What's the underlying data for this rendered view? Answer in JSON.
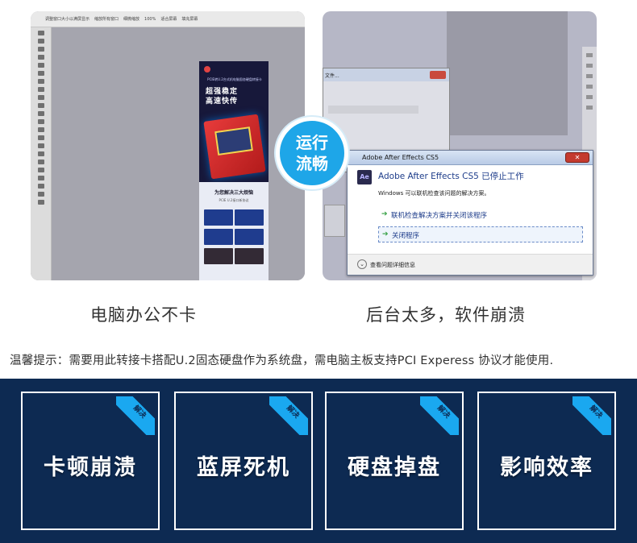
{
  "left_screenshot": {
    "toolbar_items": [
      "调整窗口大小以满屏显示",
      "缩放所有窗口",
      "细微缩放",
      "100%",
      "适合屏幕",
      "填充屏幕"
    ],
    "banner": {
      "subtitle": "PCIE转U.2台式机电脑固态硬盘转接卡",
      "headline_line1": "超强稳定",
      "headline_line2": "高速快传",
      "section_title": "为您解决三大烦恼",
      "section_sub": "PCIE U.2接口新协议"
    }
  },
  "right_screenshot": {
    "bg_window_title": "文件...",
    "dialog": {
      "title": "Adobe After Effects CS5",
      "icon_text": "Ae",
      "close_label": "✕",
      "heading": "Adobe After Effects CS5 已停止工作",
      "message": "Windows 可以联机检查该问题的解决方案。",
      "option1": "联机检查解决方案并关闭该程序",
      "option2": "关闭程序",
      "details": "查看问题详细信息"
    }
  },
  "badge": {
    "line1": "运行",
    "line2": "流畅"
  },
  "captions": {
    "left": "电脑办公不卡",
    "right": "后台太多，软件崩溃"
  },
  "tip": "温馨提示：需要用此转接卡搭配U.2固态硬盘作为系统盘，需电脑主板支持PCI Experess 协议才能使用.",
  "problems": [
    {
      "tag": "解决",
      "label": "卡顿崩溃"
    },
    {
      "tag": "解决",
      "label": "蓝屏死机"
    },
    {
      "tag": "解决",
      "label": "硬盘掉盘"
    },
    {
      "tag": "解决",
      "label": "影响效率"
    }
  ],
  "colors": {
    "band": "#0d2a52",
    "accent": "#1aa8f0",
    "badge": "#1ea6e8"
  }
}
